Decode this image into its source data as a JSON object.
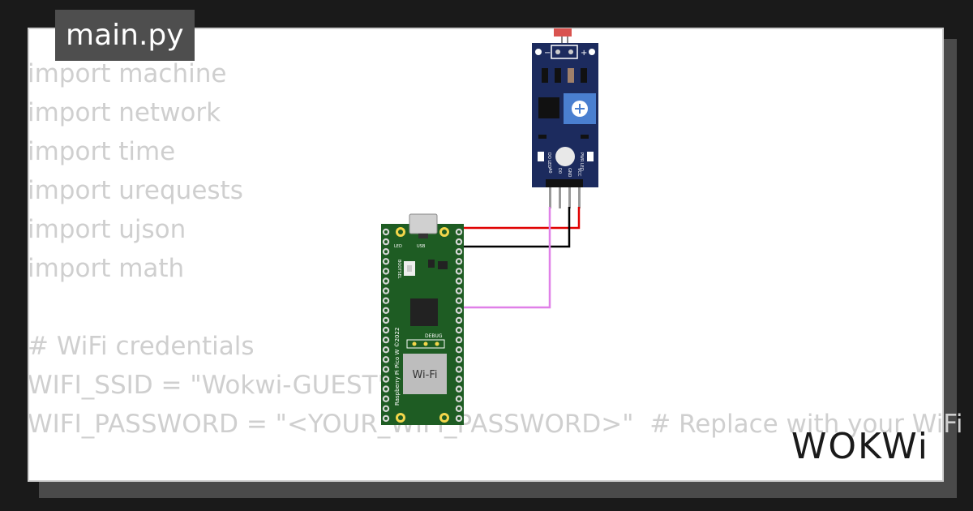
{
  "tab": {
    "filename": "main.py"
  },
  "code": {
    "lines": [
      "import machine",
      "import network",
      "import time",
      "import urequests",
      "import ujson",
      "import math",
      "",
      "# WiFi credentials",
      "WIFI_SSID = \"Wokwi-GUEST\"",
      "WIFI_PASSWORD = \"<YOUR_WIFI_PASSWORD>\"  # Replace with your WiFi"
    ]
  },
  "sensor": {
    "minus": "−",
    "plus": "+",
    "pin_a0": "A0",
    "pin_d0": "D0",
    "pin_gnd": "GND",
    "pin_vcc": "VCC",
    "led_do": "DO LED",
    "led_pwr": "PWR LED"
  },
  "pico": {
    "label_led": "LED",
    "label_usb": "USB",
    "label_bootsel": "BOOTSEL",
    "label_debug": "DEBUG",
    "label_wifi": "Wi-Fi",
    "label_board": "Raspberry Pi Pico W ©2022"
  },
  "brand": {
    "logo": "WOKWi"
  },
  "colors": {
    "pcb_green": "#1e5c23",
    "sensor_blue": "#1c2b5e",
    "wire_red": "#e00000",
    "wire_black": "#000000",
    "wire_pink": "#e080e8"
  }
}
